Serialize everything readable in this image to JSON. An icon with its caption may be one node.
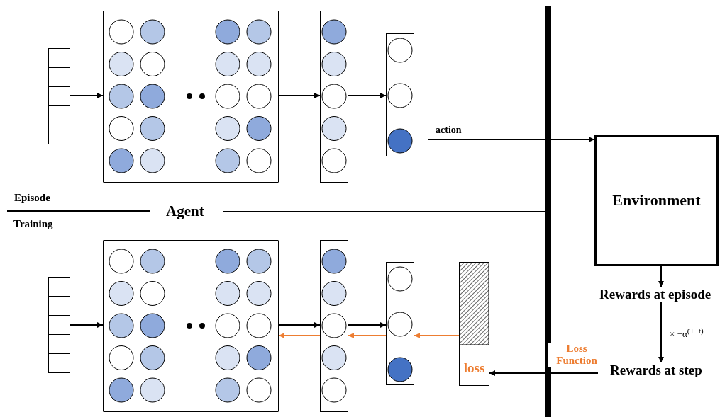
{
  "diagram": {
    "nodes": [
      {
        "text": [],
        "shape": "bar"
      },
      {
        "text": [],
        "shape": "box"
      },
      {
        "text": [],
        "shape": "bar"
      },
      {
        "text": [],
        "shape": "bar"
      },
      {
        "text": [
          "Environment"
        ]
      },
      {
        "text": [],
        "shape": "bar"
      },
      {
        "text": [],
        "shape": "box"
      },
      {
        "text": [],
        "shape": "bar"
      },
      {
        "text": [],
        "shape": "bar"
      },
      {
        "text": [
          "loss"
        ]
      },
      {
        "text": [
          "Rewards at episode"
        ]
      },
      {
        "text": [
          "Rewards at step"
        ]
      }
    ],
    "edges": [
      {
        "from": 0,
        "to": 1,
        "arrow": "to"
      },
      {
        "from": 1,
        "to": 2,
        "arrow": "to"
      },
      {
        "from": 2,
        "to": 3,
        "arrow": "to"
      },
      {
        "from": 3,
        "to": 4,
        "arrow": "to",
        "label": "action"
      },
      {
        "from": 5,
        "to": 6,
        "arrow": "to"
      },
      {
        "from": 6,
        "to": 7,
        "arrow": "to"
      },
      {
        "from": 7,
        "to": 8,
        "arrow": "to"
      },
      {
        "from": 7,
        "to": 6,
        "arrow": "to",
        "color": "#ed7d31"
      },
      {
        "from": 8,
        "to": 7,
        "arrow": "to",
        "color": "#ed7d31"
      },
      {
        "from": 9,
        "to": 8,
        "arrow": "to",
        "color": "#ed7d31"
      },
      {
        "from": 4,
        "to": 10,
        "arrow": "to"
      },
      {
        "from": 10,
        "to": 11,
        "arrow": "to",
        "label": "× −α$^{(T−t)}$"
      },
      {
        "from": 11,
        "to": 9,
        "arrow": "to",
        "label": "Loss Function"
      }
    ],
    "labels": [
      "Episode",
      "Agent",
      "Training"
    ]
  }
}
